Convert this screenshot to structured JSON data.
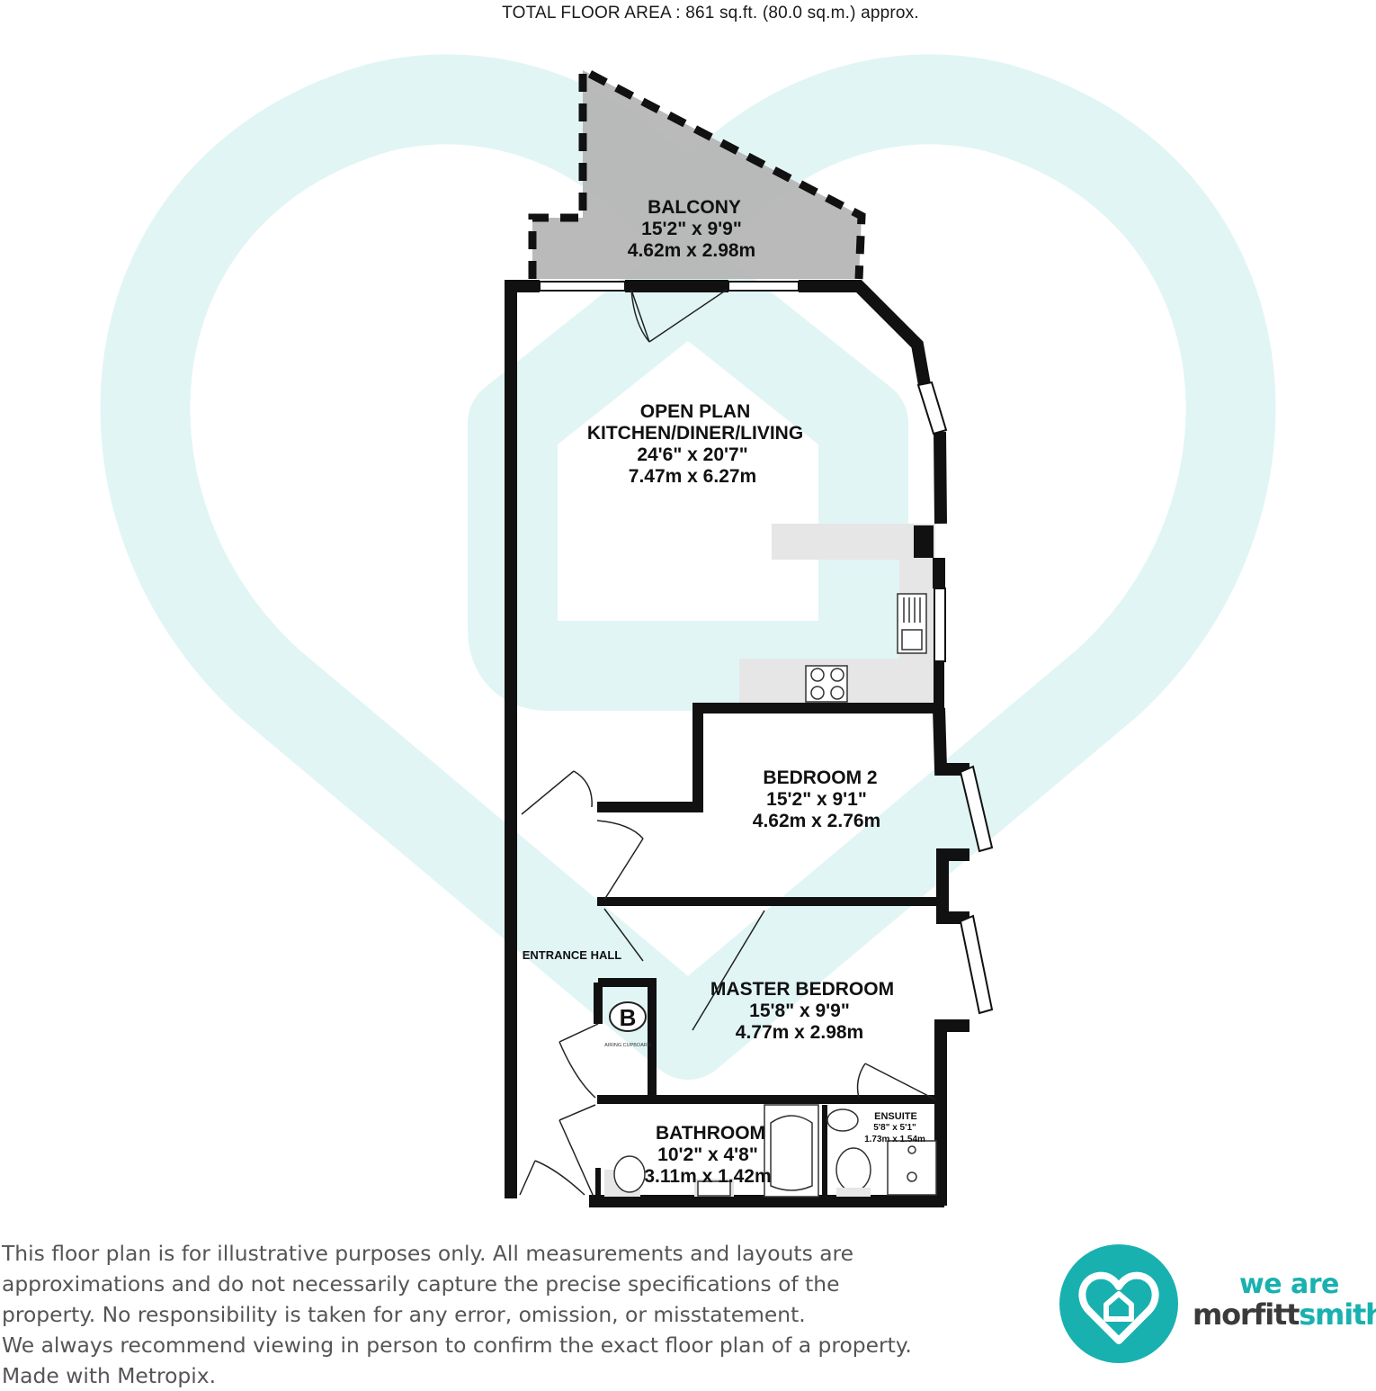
{
  "header": {
    "total_floor_area": "TOTAL FLOOR AREA : 861 sq.ft. (80.0 sq.m.) approx."
  },
  "rooms": [
    {
      "id": "balcony",
      "name": "BALCONY",
      "imperial": "15'2\"  x 9'9\"",
      "metric": "4.62m  x 2.98m"
    },
    {
      "id": "living",
      "name_line1": "OPEN PLAN",
      "name_line2": "KITCHEN/DINER/LIVING",
      "imperial": "24'6\"  x 20'7\"",
      "metric": "7.47m  x 6.27m"
    },
    {
      "id": "bedroom2",
      "name": "BEDROOM 2",
      "imperial": "15'2\"  x 9'1\"",
      "metric": "4.62m  x 2.76m"
    },
    {
      "id": "hall",
      "name": "ENTRANCE HALL"
    },
    {
      "id": "master",
      "name": "MASTER BEDROOM",
      "imperial": "15'8\"  x 9'9\"",
      "metric": "4.77m  x 2.98m"
    },
    {
      "id": "bathroom",
      "name": "BATHROOM",
      "imperial": "10'2\"  x 4'8\"",
      "metric": "3.11m  x 1.42m"
    },
    {
      "id": "ensuite",
      "name": "ENSUITE",
      "imperial": "5'8\"  x 5'1\"",
      "metric": "1.73m  x 1.54m"
    }
  ],
  "fixtures": {
    "boiler_symbol": "B",
    "airing_cupboard": "AIRING CUPBOARD"
  },
  "disclaimer": [
    "This floor plan is for illustrative purposes only. All measurements and layouts are",
    "approximations and do not necessarily capture the precise specifications of the",
    "property. No responsibility is taken for any error, omission, or misstatement.",
    "We always recommend viewing in person to confirm the exact floor plan of a property.",
    "Made with Metropix."
  ],
  "brand": {
    "line1": "we are",
    "line2_part1": "morfitt",
    "line2_part2": "smith"
  },
  "colors": {
    "watermark": "#e1f5f5",
    "brand_teal": "#18b1b0",
    "wall": "#111111",
    "balcony_fill": "#b4b4b4",
    "worktop": "#e6e6e6"
  }
}
